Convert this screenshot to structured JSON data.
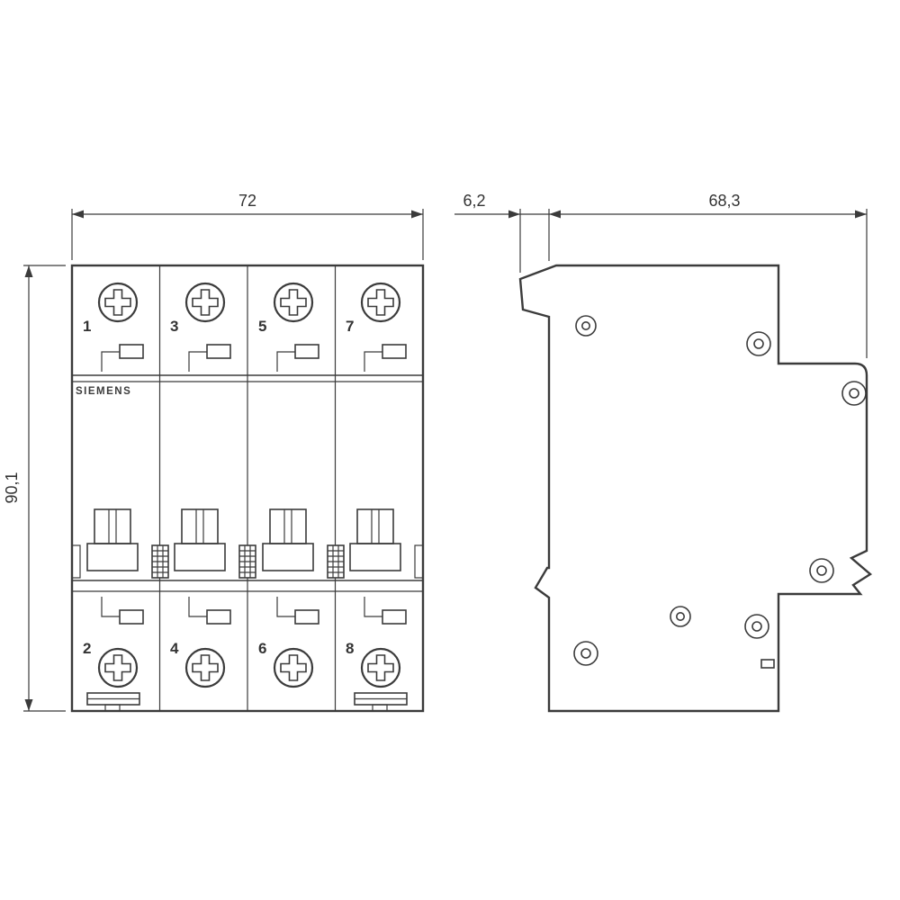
{
  "drawing": {
    "line_color": "#3b3b3b",
    "background": "#ffffff",
    "front_view": {
      "width_label": "72",
      "height_label": "90,1",
      "brand": "SIEMENS",
      "top_pole_labels": [
        "1",
        "3",
        "5",
        "7"
      ],
      "bottom_pole_labels": [
        "2",
        "4",
        "6",
        "8"
      ]
    },
    "side_view": {
      "lever_depth_label": "6,2",
      "body_depth_label": "68,3"
    }
  }
}
